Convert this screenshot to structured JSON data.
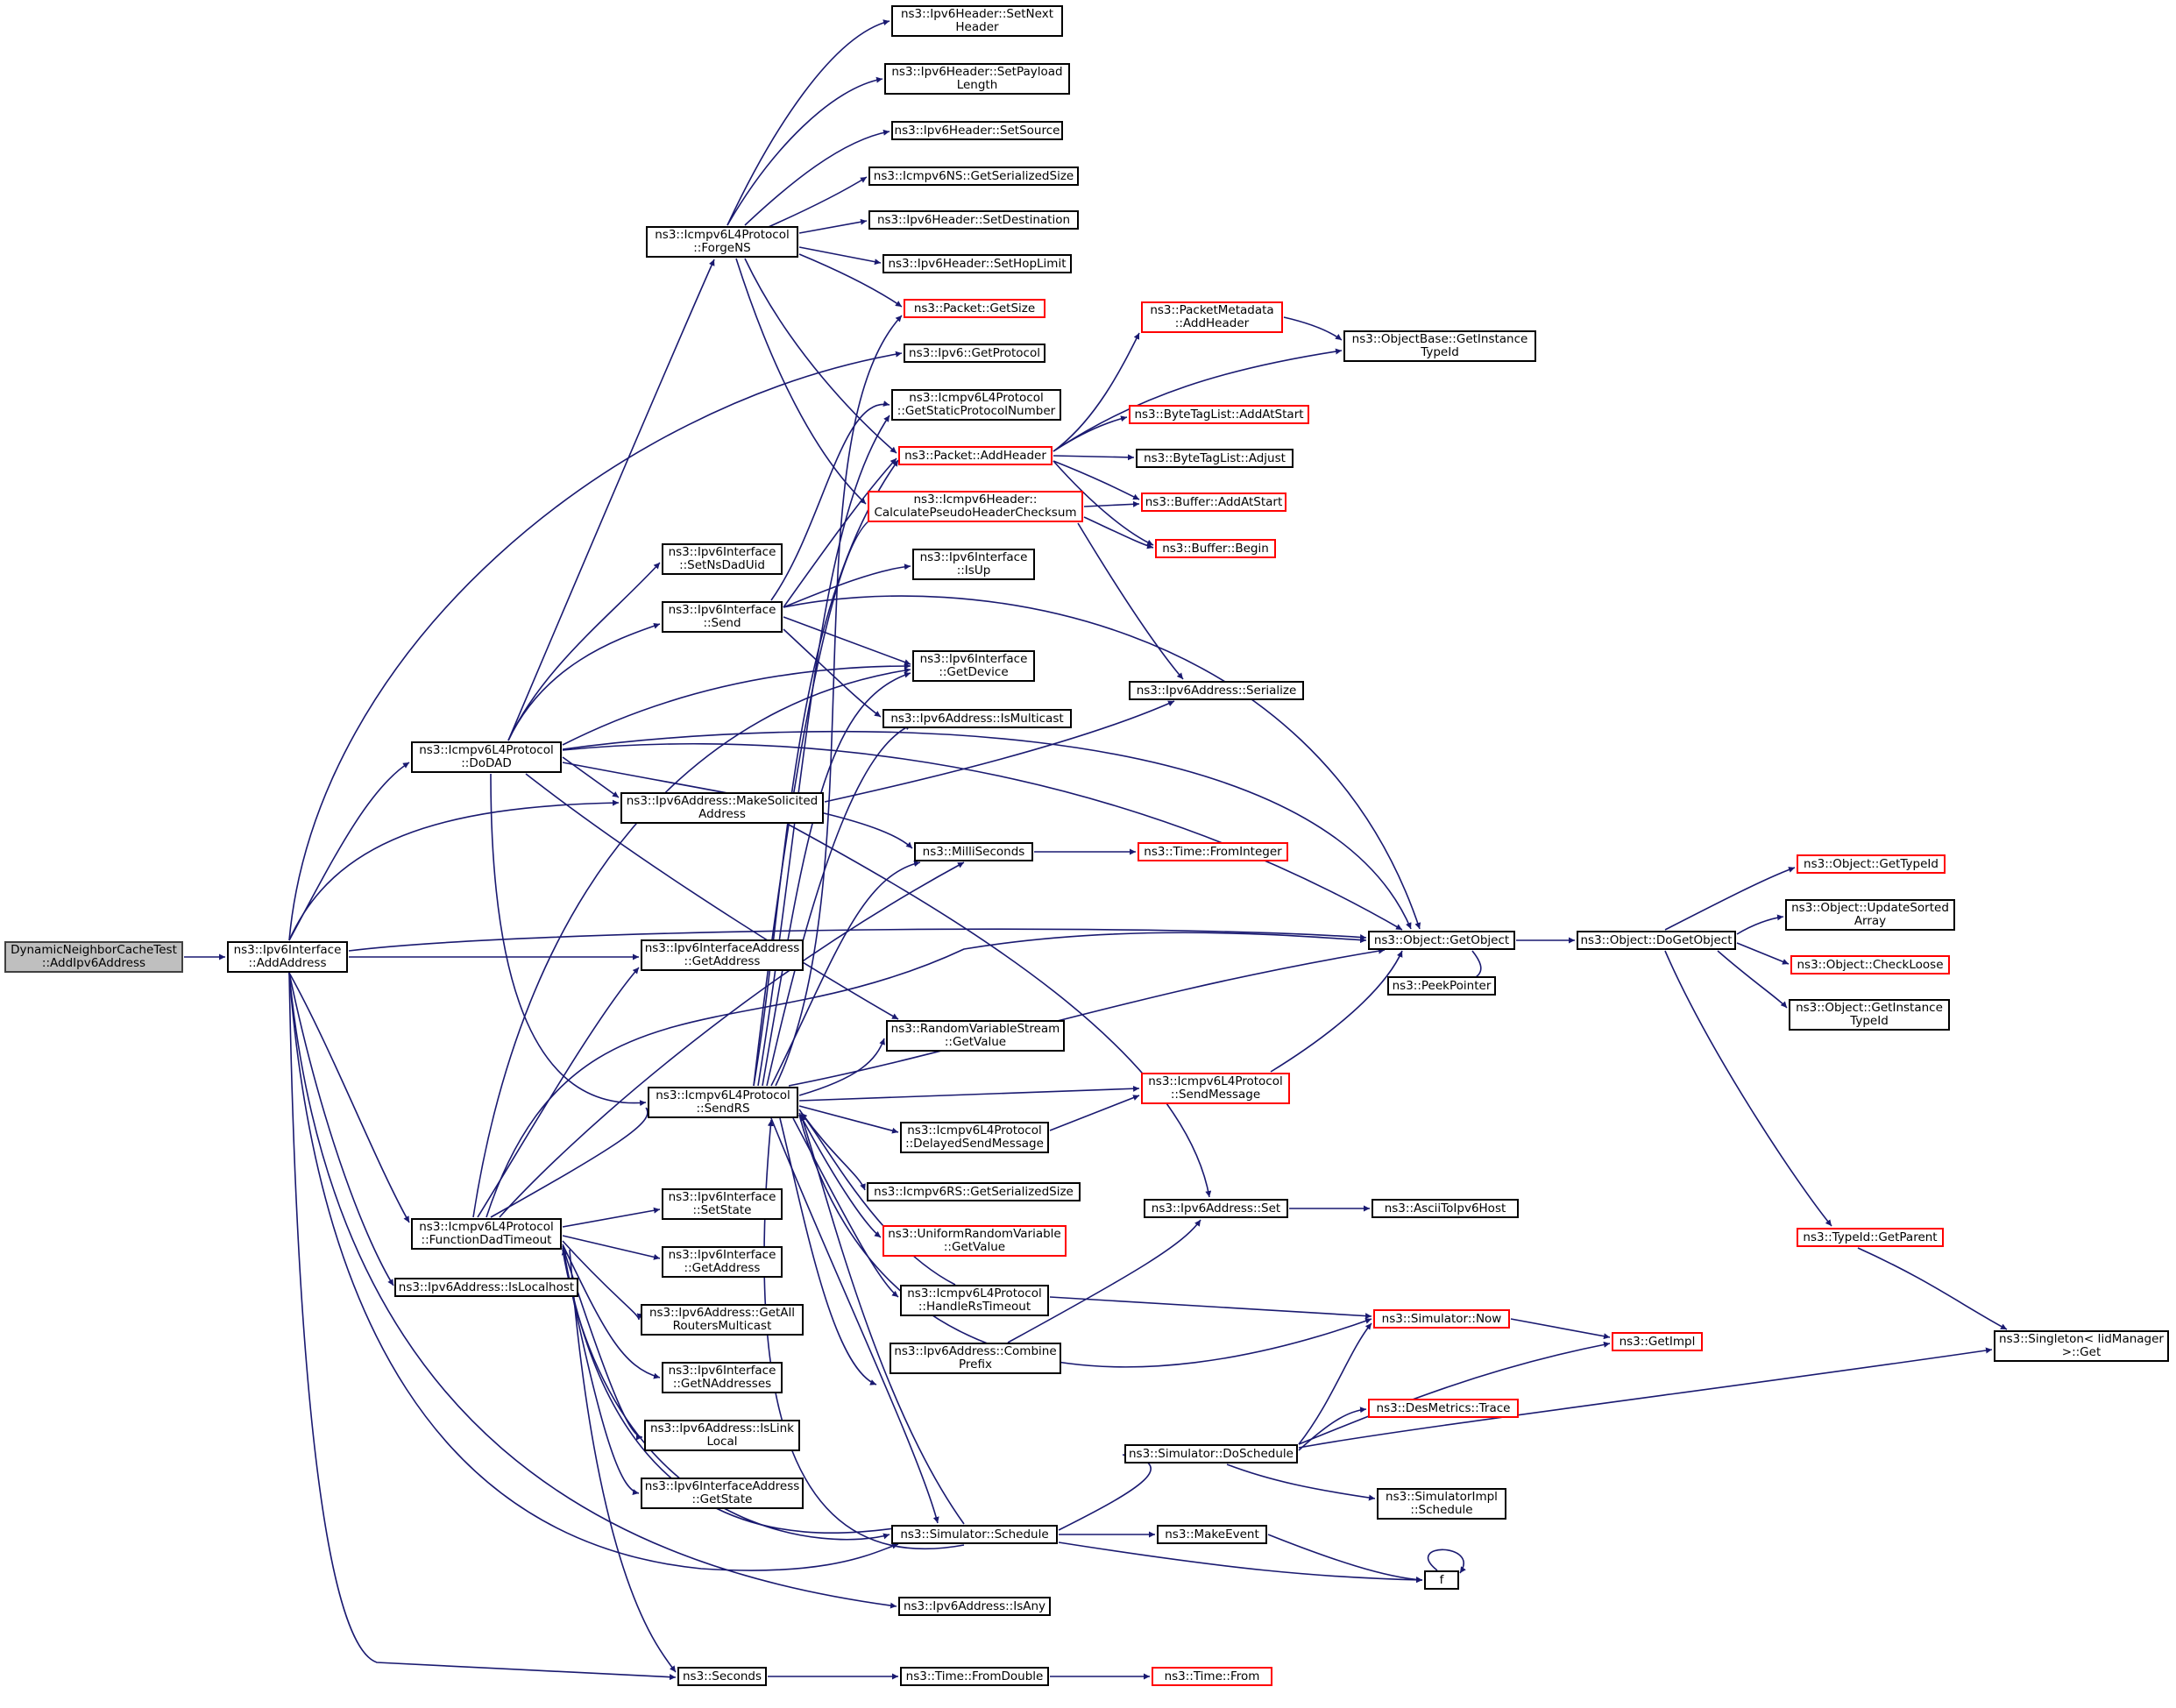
{
  "colors": {
    "edge": "#191970",
    "node_border": "#000000",
    "truncated_node_border": "#ff0000",
    "root_fill": "#bfbfbf"
  },
  "nodes": {
    "root": "DynamicNeighborCacheTest\n::AddIpv6Address",
    "addAddress": "ns3::Ipv6Interface\n::AddAddress",
    "doDAD": "ns3::Icmpv6L4Protocol\n::DoDAD",
    "funcDad": "ns3::Icmpv6L4Protocol\n::FunctionDadTimeout",
    "isLocalhost": "ns3::Ipv6Address::IsLocalhost",
    "forgeNS": "ns3::Icmpv6L4Protocol\n::ForgeNS",
    "setNsDadUid": "ns3::Ipv6Interface\n::SetNsDadUid",
    "ifSend": "ns3::Ipv6Interface\n::Send",
    "makeSolicited": "ns3::Ipv6Address::MakeSolicited\nAddress",
    "ifaGetAddress": "ns3::Ipv6InterfaceAddress\n::GetAddress",
    "sendRS": "ns3::Icmpv6L4Protocol\n::SendRS",
    "ifSetState": "ns3::Ipv6Interface\n::SetState",
    "ifGetAddress": "ns3::Ipv6Interface\n::GetAddress",
    "getAllRouters": "ns3::Ipv6Address::GetAll\nRoutersMulticast",
    "getNAddresses": "ns3::Ipv6Interface\n::GetNAddresses",
    "isLinkLocal": "ns3::Ipv6Address::IsLink\nLocal",
    "ifaGetState": "ns3::Ipv6InterfaceAddress\n::GetState",
    "seconds": "ns3::Seconds",
    "setNextHeader": "ns3::Ipv6Header::SetNext\nHeader",
    "setPayloadLength": "ns3::Ipv6Header::SetPayload\nLength",
    "setSource": "ns3::Ipv6Header::SetSource",
    "nsGetSerSize": "ns3::Icmpv6NS::GetSerializedSize",
    "setDestination": "ns3::Ipv6Header::SetDestination",
    "setHopLimit": "ns3::Ipv6Header::SetHopLimit",
    "packetGetSize": "ns3::Packet::GetSize",
    "getProtocol": "ns3::Ipv6::GetProtocol",
    "getStaticProto": "ns3::Icmpv6L4Protocol\n::GetStaticProtocolNumber",
    "addHeader": "ns3::Packet::AddHeader",
    "calcChecksum": "ns3::Icmpv6Header::\nCalculatePseudoHeaderChecksum",
    "ifIsUp": "ns3::Ipv6Interface\n::IsUp",
    "ifGetDevice": "ns3::Ipv6Interface\n::GetDevice",
    "isMulticast": "ns3::Ipv6Address::IsMulticast",
    "milliSeconds": "ns3::MilliSeconds",
    "rvsGetValue": "ns3::RandomVariableStream\n::GetValue",
    "delayedSend": "ns3::Icmpv6L4Protocol\n::DelayedSendMessage",
    "rsGetSerSize": "ns3::Icmpv6RS::GetSerializedSize",
    "urvGetValue": "ns3::UniformRandomVariable\n::GetValue",
    "handleRsTimeout": "ns3::Icmpv6L4Protocol\n::HandleRsTimeout",
    "combinePrefix": "ns3::Ipv6Address::Combine\nPrefix",
    "simSchedule": "ns3::Simulator::Schedule",
    "isAny": "ns3::Ipv6Address::IsAny",
    "fromDouble": "ns3::Time::FromDouble",
    "pmAddHeader": "ns3::PacketMetadata\n::AddHeader",
    "btlAddAtStart": "ns3::ByteTagList::AddAtStart",
    "btlAdjust": "ns3::ByteTagList::Adjust",
    "bufAddAtStart": "ns3::Buffer::AddAtStart",
    "bufBegin": "ns3::Buffer::Begin",
    "serialize": "ns3::Ipv6Address::Serialize",
    "fromInteger": "ns3::Time::FromInteger",
    "sendMessage": "ns3::Icmpv6L4Protocol\n::SendMessage",
    "addrSet": "ns3::Ipv6Address::Set",
    "doSchedule": "ns3::Simulator::DoSchedule",
    "makeEvent": "ns3::MakeEvent",
    "timeFrom": "ns3::Time::From",
    "getInstanceTypeId": "ns3::ObjectBase::GetInstance\nTypeId",
    "getObject": "ns3::Object::GetObject",
    "peekPointer": "ns3::PeekPointer",
    "asciiToIpv6Host": "ns3::AsciiToIpv6Host",
    "simNow": "ns3::Simulator::Now",
    "desTrace": "ns3::DesMetrics::Trace",
    "implSchedule": "ns3::SimulatorImpl\n::Schedule",
    "f": "f",
    "getImpl": "ns3::GetImpl",
    "doGetObject": "ns3::Object::DoGetObject",
    "objGetTypeId": "ns3::Object::GetTypeId",
    "updateSorted": "ns3::Object::UpdateSorted\nArray",
    "checkLoose": "ns3::Object::CheckLoose",
    "objGetInstanceTypeId": "ns3::Object::GetInstance\nTypeId",
    "typeIdGetParent": "ns3::TypeId::GetParent",
    "singletonGet": "ns3::Singleton< IidManager\n>::Get"
  }
}
